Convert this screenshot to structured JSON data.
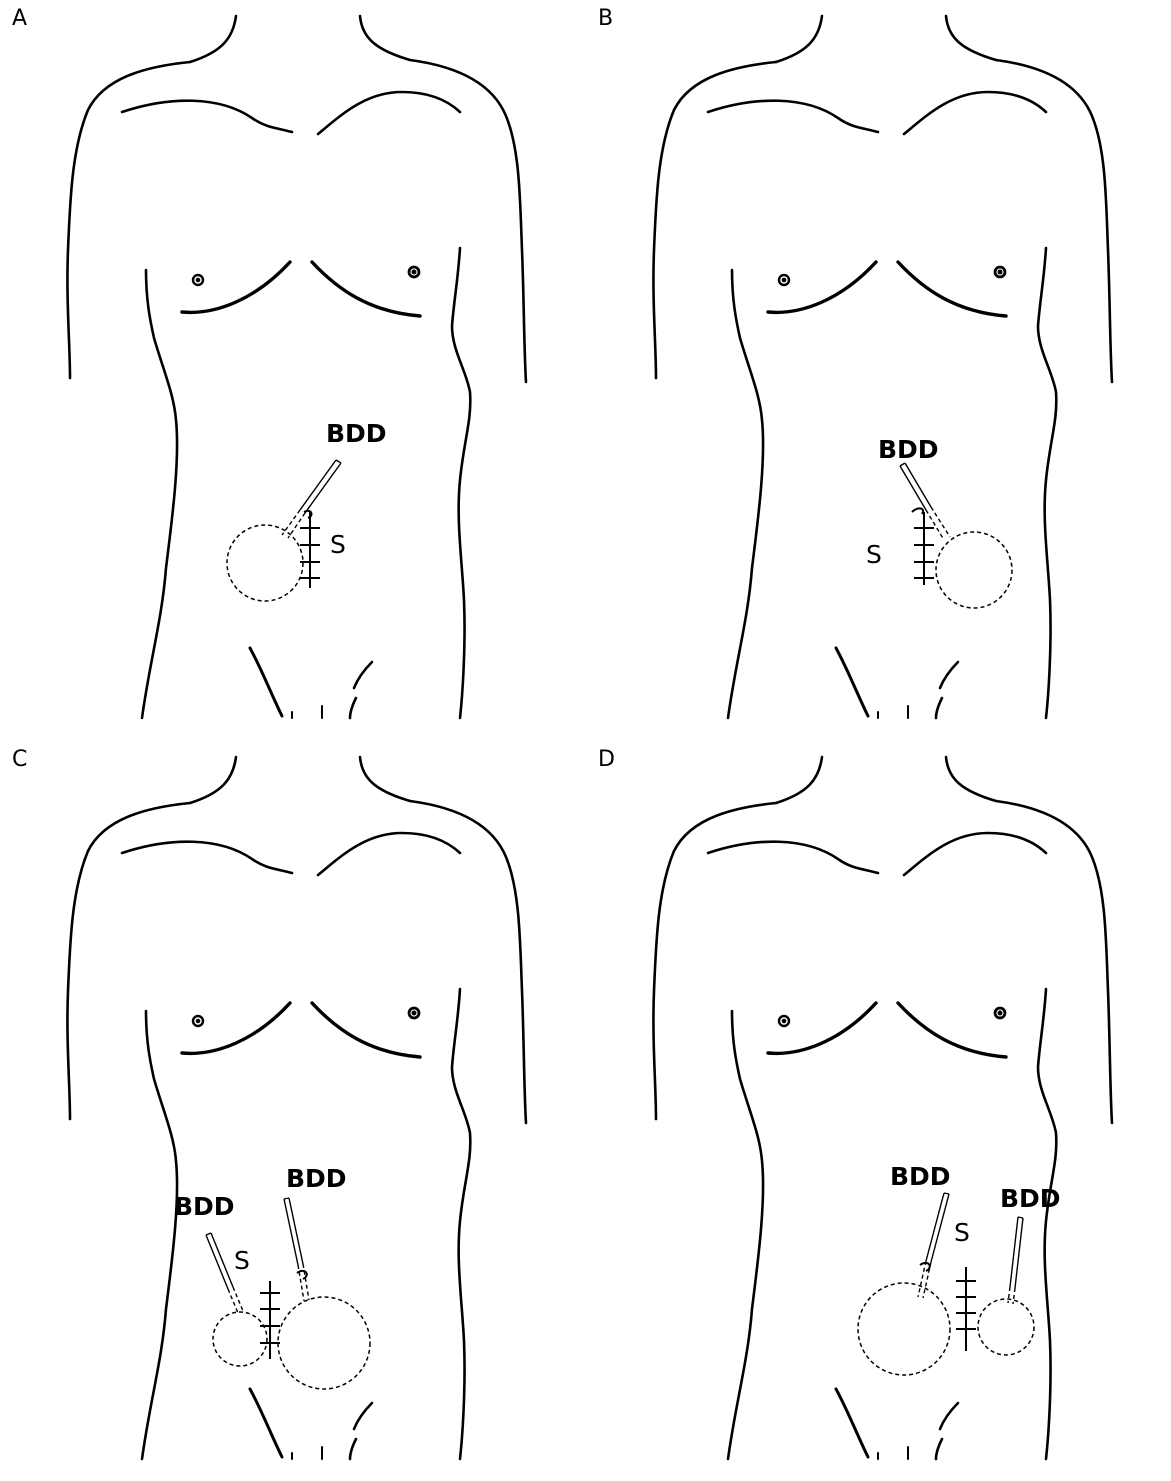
{
  "panels": [
    {
      "letter": "A",
      "labels": {
        "bdd": [
          "BDD"
        ],
        "suture": "S"
      }
    },
    {
      "letter": "B",
      "labels": {
        "bdd": [
          "BDD"
        ],
        "suture": "S"
      }
    },
    {
      "letter": "C",
      "labels": {
        "bdd": [
          "BDD",
          "BDD"
        ],
        "suture": "S"
      }
    },
    {
      "letter": "D",
      "labels": {
        "bdd": [
          "BDD",
          "BDD"
        ],
        "suture": "S"
      }
    }
  ]
}
